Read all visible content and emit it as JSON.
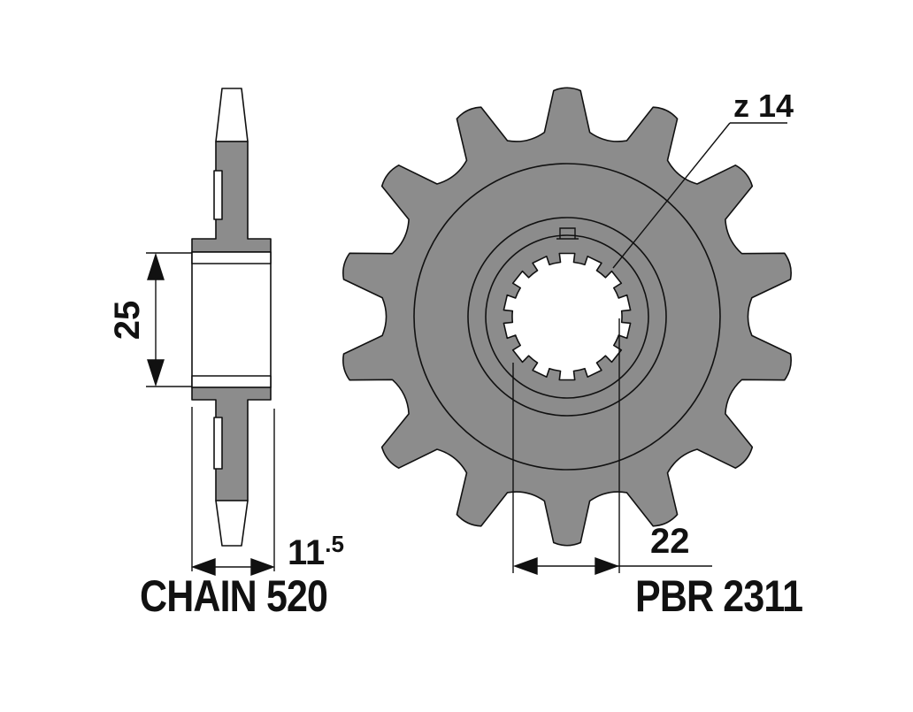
{
  "labels": {
    "teeth": "z 14",
    "bore_height": "25",
    "width_main": "11",
    "width_sup": ".5",
    "spline_diameter": "22",
    "chain": "CHAIN 520",
    "part_number": "PBR 2311"
  },
  "sprocket": {
    "teeth_count": 14,
    "spline_count": 14
  },
  "colors": {
    "metal": "#8c8c8c",
    "line": "#111111",
    "bore": "#ffffff"
  }
}
